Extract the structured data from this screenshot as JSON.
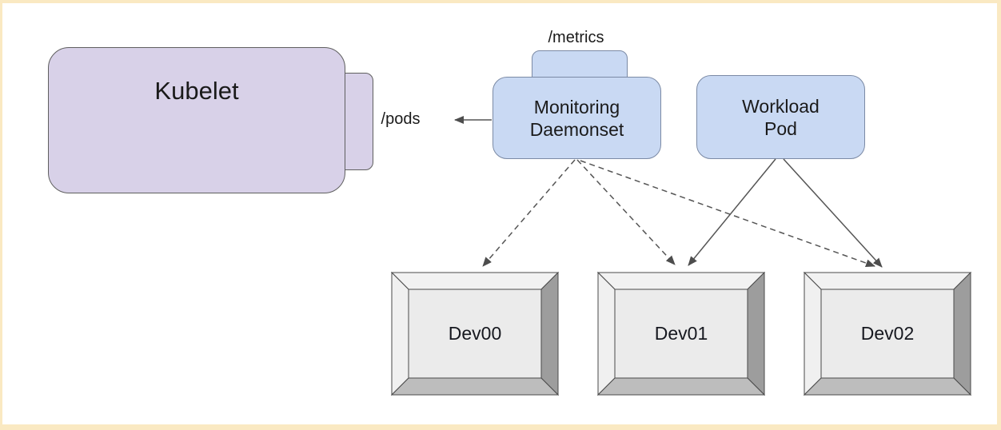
{
  "diagram": {
    "nodes": {
      "kubelet": {
        "label": "Kubelet"
      },
      "kubelet_port": {
        "label": "/pods"
      },
      "monitoring_daemonset": {
        "line1": "Monitoring",
        "line2": "Daemonset"
      },
      "monitoring_port": {
        "label": "/metrics"
      },
      "workload_pod": {
        "line1": "Workload",
        "line2": "Pod"
      },
      "devices": [
        {
          "label": "Dev00"
        },
        {
          "label": "Dev01"
        },
        {
          "label": "Dev02"
        }
      ]
    },
    "edges": [
      {
        "from": "monitoring_daemonset",
        "to": "kubelet./pods",
        "style": "solid-arrow"
      },
      {
        "from": "monitoring_daemonset",
        "to": "Dev00",
        "style": "dashed-arrow"
      },
      {
        "from": "monitoring_daemonset",
        "to": "Dev01",
        "style": "dashed-arrow"
      },
      {
        "from": "monitoring_daemonset",
        "to": "Dev02",
        "style": "dashed-arrow"
      },
      {
        "from": "workload_pod",
        "to": "Dev01",
        "style": "solid-arrow"
      },
      {
        "from": "workload_pod",
        "to": "Dev02",
        "style": "solid-arrow"
      }
    ],
    "colors": {
      "frame_border": "#fae9c2",
      "canvas": "#ffffff",
      "kubelet_fill": "#d8d1e8",
      "kubelet_border": "#5f5f5f",
      "pod_fill": "#c9d9f3",
      "pod_border": "#7b8aa5",
      "device_face_light": "#f2f2f2",
      "device_face_right": "#9d9d9d",
      "device_face_bottom": "#bdbdbd",
      "device_panel": "#ebebeb",
      "edge_stroke": "#555555",
      "text": "#1a1a1a"
    }
  }
}
